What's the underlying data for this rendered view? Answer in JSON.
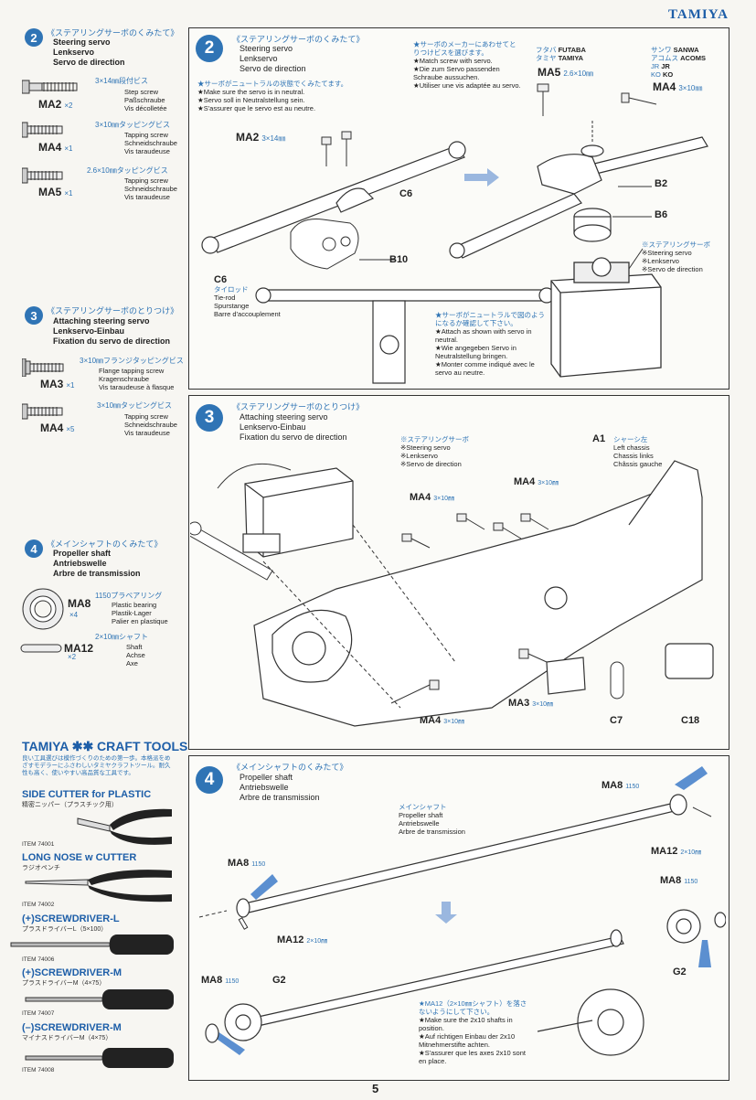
{
  "brand": "TAMIYA",
  "page_number": "5",
  "sidebar": {
    "step2": {
      "num": "2",
      "jp": "《ステアリングサーボのくみたて》",
      "en": "Steering servo",
      "de": "Lenkservo",
      "fr": "Servo de direction",
      "parts": [
        {
          "code": "MA2",
          "qty": "×2",
          "spec": "3×14㎜段付ビス",
          "en": "Step screw",
          "de": "Paßschraube",
          "fr": "Vis décolletée"
        },
        {
          "code": "MA4",
          "qty": "×1",
          "spec": "3×10㎜タッピングビス",
          "en": "Tapping screw",
          "de": "Schneidschraube",
          "fr": "Vis taraudeuse"
        },
        {
          "code": "MA5",
          "qty": "×1",
          "spec": "2.6×10㎜タッピングビス",
          "en": "Tapping screw",
          "de": "Schneidschraube",
          "fr": "Vis taraudeuse"
        }
      ]
    },
    "step3": {
      "num": "3",
      "jp": "《ステアリングサーボのとりつけ》",
      "en": "Attaching steering servo",
      "de": "Lenkservo-Einbau",
      "fr": "Fixation du servo de direction",
      "parts": [
        {
          "code": "MA3",
          "qty": "×1",
          "spec": "3×10㎜フランジタッピングビス",
          "en": "Flange tapping screw",
          "de": "Kragenschraube",
          "fr": "Vis taraudeuse à flasque"
        },
        {
          "code": "MA4",
          "qty": "×5",
          "spec": "3×10㎜タッピングビス",
          "en": "Tapping screw",
          "de": "Schneidschraube",
          "fr": "Vis taraudeuse"
        }
      ]
    },
    "step4": {
      "num": "4",
      "jp": "《メインシャフトのくみたて》",
      "en": "Propeller shaft",
      "de": "Antriebswelle",
      "fr": "Arbre de transmission",
      "parts": [
        {
          "code": "MA8",
          "qty": "×4",
          "spec": "1150プラベアリング",
          "en": "Plastic bearing",
          "de": "Plastik-Lager",
          "fr": "Palier en plastique"
        },
        {
          "code": "MA12",
          "qty": "×2",
          "spec": "2×10㎜シャフト",
          "en": "Shaft",
          "de": "Achse",
          "fr": "Axe"
        }
      ]
    },
    "tools": {
      "title": "TAMIYA ✱✱ CRAFT TOOLS",
      "desc": "良い工具選びは模作づくりのための第一歩。本格派をめざすモデラーにふさわしいタミヤクラフトツール。耐久性も高く、使いやすい高品質な工具です。",
      "items": [
        {
          "name": "SIDE CUTTER for PLASTIC",
          "jp": "精密ニッパー（プラスチック用）",
          "item": "ITEM 74001"
        },
        {
          "name": "LONG NOSE w CUTTER",
          "jp": "ラジオペンチ",
          "item": "ITEM 74002"
        },
        {
          "name": "(+)SCREWDRIVER-L",
          "jp": "プラスドライバーL（5×100）",
          "item": "ITEM 74006"
        },
        {
          "name": "(+)SCREWDRIVER-M",
          "jp": "プラスドライバーM（4×75）",
          "item": "ITEM 74007"
        },
        {
          "name": "(–)SCREWDRIVER-M",
          "jp": "マイナスドライバーM（4×75）",
          "item": "ITEM 74008"
        }
      ]
    }
  },
  "panel2": {
    "num": "2",
    "jp": "《ステアリングサーボのくみたて》",
    "en": "Steering servo",
    "de": "Lenkservo",
    "fr": "Servo de direction",
    "neutral_jp": "★サーボがニュートラルの状態でくみたてます。",
    "neutral": [
      "★Make sure the servo is in neutral.",
      "★Servo soll in Neutralstellung sein.",
      "★S'assurer que le servo est au neutre."
    ],
    "match_jp": "★サーボのメーカーにあわせてとりつけビスを選びます。",
    "match": [
      "★Match screw with servo.",
      "★Die zum Servo passenden Schraube aussuchen.",
      "★Utiliser une vis adaptée au servo."
    ],
    "makers": [
      {
        "jp": "フタバ",
        "en": "FUTABA"
      },
      {
        "jp": "タミヤ",
        "en": "TAMIYA"
      },
      {
        "jp": "サンワ",
        "en": "SANWA"
      },
      {
        "jp": "アコムス",
        "en": "ACOMS"
      },
      {
        "jp": "JR",
        "en": "JR"
      },
      {
        "jp": "KO",
        "en": "KO"
      }
    ],
    "ma5": {
      "code": "MA5",
      "size": "2.6×10㎜"
    },
    "ma4": {
      "code": "MA4",
      "size": "3×10㎜"
    },
    "ma2": {
      "code": "MA2",
      "size": "3×14㎜"
    },
    "labels": {
      "c6": "C6",
      "b10": "B10",
      "b2": "B2",
      "b6": "B6"
    },
    "c6_desc": {
      "jp": "タイロッド",
      "en": "Tie-rod",
      "de": "Spurstange",
      "fr": "Barre d'accouplement"
    },
    "servo_label": {
      "jp": "※ステアリングサーボ",
      "en": "※Steering servo",
      "de": "※Lenkservo",
      "fr": "※Servo de direction"
    },
    "attach_jp": "★サーボがニュートラルで図のようになるか確認して下さい。",
    "attach": [
      "★Attach as shown with servo in neutral.",
      "★Wie angegeben Servo in Neutralstellung bringen.",
      "★Monter comme indiqué avec le servo au neutre."
    ]
  },
  "panel3": {
    "num": "3",
    "jp": "《ステアリングサーボのとりつけ》",
    "en": "Attaching steering servo",
    "de": "Lenkservo-Einbau",
    "fr": "Fixation du servo de direction",
    "servo_label": {
      "jp": "※ステアリングサーボ",
      "en": "※Steering servo",
      "de": "※Lenkservo",
      "fr": "※Servo de direction"
    },
    "a1": {
      "code": "A1",
      "jp": "シャーシ左",
      "en": "Left chassis",
      "de": "Chassis links",
      "fr": "Châssis gauche"
    },
    "ma4": {
      "code": "MA4",
      "size": "3×10㎜"
    },
    "ma3": {
      "code": "MA3",
      "size": "3×10㎜"
    },
    "c7": "C7",
    "c18": "C18"
  },
  "panel4": {
    "num": "4",
    "jp": "《メインシャフトのくみたて》",
    "en": "Propeller shaft",
    "de": "Antriebswelle",
    "fr": "Arbre de transmission",
    "shaft_label": {
      "jp": "メインシャフト",
      "en": "Propeller shaft",
      "de": "Antriebswelle",
      "fr": "Arbre de transmission"
    },
    "ma8": {
      "code": "MA8",
      "size": "1150"
    },
    "ma12": {
      "code": "MA12",
      "size": "2×10㎜"
    },
    "g2": "G2",
    "note_jp": "★MA12（2×10㎜シャフト）を落さないようにして下さい。",
    "note": [
      "★Make sure the 2x10 shafts in position.",
      "★Auf richtigen Einbau der 2x10 Mitnehmerstifte achten.",
      "★S'assurer que les axes 2x10 sont en place."
    ]
  }
}
